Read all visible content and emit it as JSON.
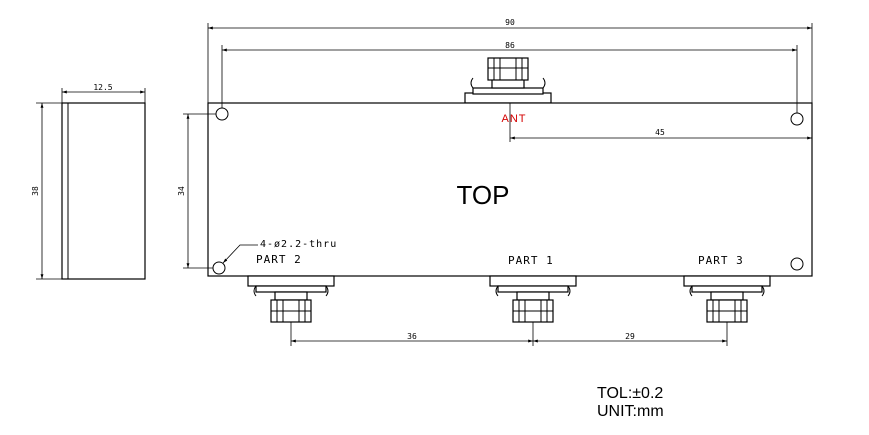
{
  "dimensions": {
    "overall_width": "90",
    "hole_spacing_width": "86",
    "ant_offset": "45",
    "side_width": "12.5",
    "side_height": "38",
    "hole_spacing_height": "34",
    "port2_to_port1": "36",
    "port1_to_port3": "29"
  },
  "labels": {
    "view_title": "TOP",
    "antenna": "ANT",
    "port1": "PART 1",
    "port2": "PART 2",
    "port3": "PART 3",
    "holes": "4-ø2.2-thru"
  },
  "notes": {
    "tolerance": "TOL:±0.2",
    "unit": "UNIT:mm"
  }
}
